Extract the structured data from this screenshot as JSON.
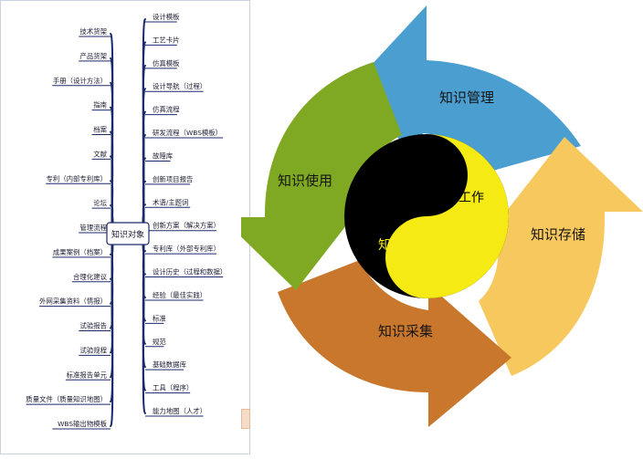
{
  "mindmap": {
    "center_label": "知识对象",
    "left_branches": [
      "技术货架",
      "产品货架",
      "手册（设计方法）",
      "指南",
      "档案",
      "文献",
      "专利（内部专利库）",
      "论坛",
      "管理流程",
      "成果案例（档案）",
      "合理化建议",
      "外网采集资料（情报）",
      "试验报告",
      "试验规程",
      "标准报告单元",
      "质量文件（质量知识地图）",
      "WBS输出物模板"
    ],
    "right_branches": [
      "设计模板",
      "工艺卡片",
      "仿真模板",
      "设计导航（过程）",
      "仿真流程",
      "研发流程（WBS模板）",
      "故障库",
      "创新项目报告",
      "术语/主题词",
      "创新方案（解决方案）",
      "专利库（外部专利库）",
      "设计历史（过程和数据）",
      "经验（最佳实践）",
      "标准",
      "规范",
      "基础数据库",
      "工具（程序）",
      "能力地图（人才）"
    ],
    "branch_color": "#1c2a6b"
  },
  "cycle": {
    "sectors": {
      "management": "知识管理",
      "storage": "知识存储",
      "collection": "知识采集",
      "usage": "知识使用"
    },
    "colors": {
      "management": "#4a9fd0",
      "storage": "#f7c85e",
      "collection": "#c8772c",
      "usage": "#7fa922"
    },
    "yin_yang": {
      "top_label": "业务工作",
      "bottom_label": "知识对象",
      "yin_color": "#000000",
      "yang_color": "#f5ea14"
    }
  }
}
